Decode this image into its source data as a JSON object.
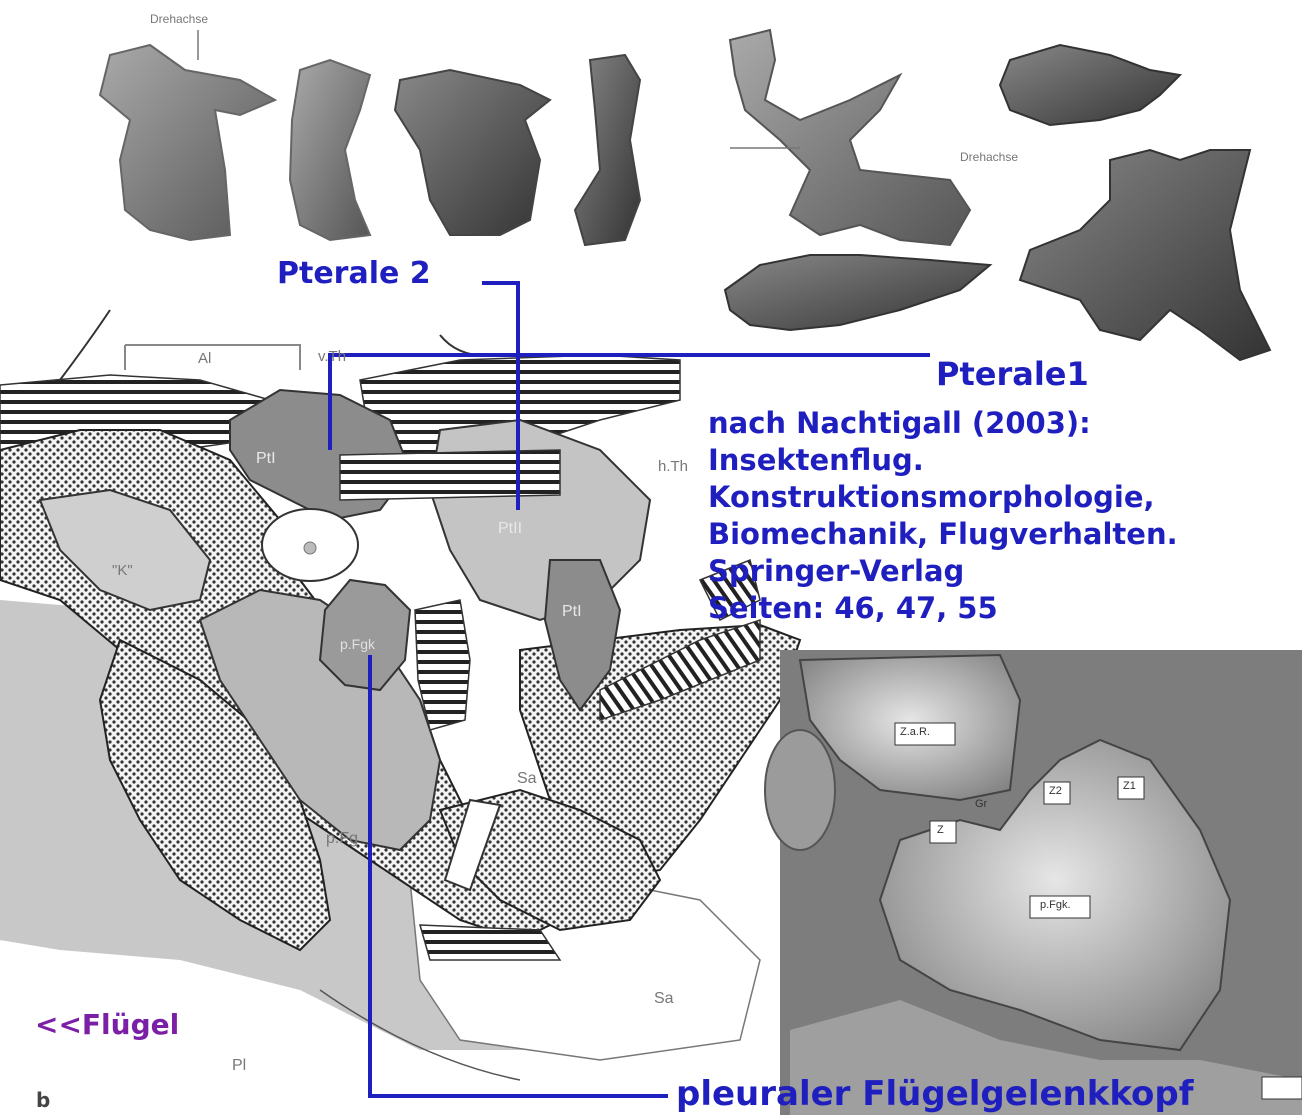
{
  "labels": {
    "pterale2": "Pterale 2",
    "pterale1": "Pterale1",
    "gelenkkopf": "pleuraler Flügelgelenkkopf",
    "fluegel": "<<Flügel",
    "panel_letter": "b"
  },
  "reference": {
    "line1": "nach Nachtigall (2003):",
    "line2": "Insektenflug.",
    "line3": "Konstruktionsmorphologie,",
    "line4": "Biomechanik, Flugverhalten.",
    "line5": "Springer-Verlag",
    "line6": "Seiten: 46, 47, 55"
  },
  "figure_labels": {
    "drehachse_top": "Drehachse",
    "drehachse_right": "Drehachse",
    "al": "Al",
    "v_th": "v.Th",
    "h_th": "h.Th",
    "pti_1": "PtI",
    "pti_2": "PtII",
    "pti_3": "PtI",
    "k": "\"K\"",
    "p_fgk_small": "p.Fgk",
    "p_fg": "p.Fg",
    "sa_1": "Sa",
    "sa_2": "Sa",
    "pl": "Pl",
    "z_a_r": "Z.a.R.",
    "z1": "Z1",
    "z2": "Z2",
    "z3": "Z",
    "gr": "Gr",
    "p_fgk": "p.Fgk."
  },
  "colors": {
    "annotation_blue": "#1f1fbf",
    "fluegel_purple": "#7a1fa6",
    "sclerite_dark": "#8c8c8c",
    "sclerite_light": "#c8c8c8"
  }
}
